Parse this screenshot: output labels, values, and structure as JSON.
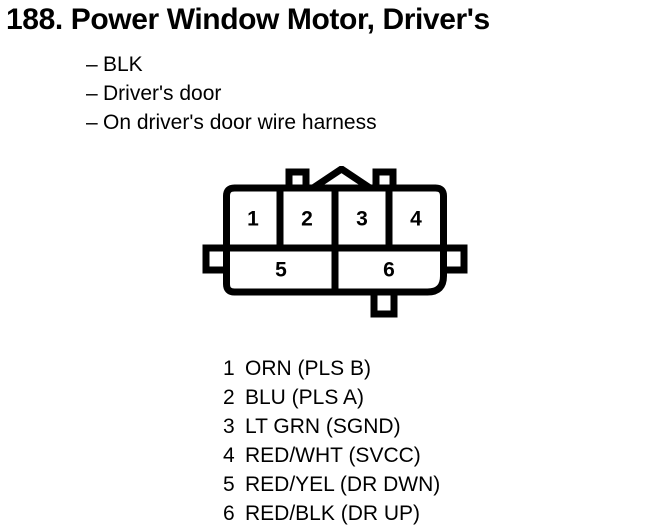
{
  "title": "188. Power Window Motor, Driver's",
  "notes": {
    "dash": "–",
    "items": [
      "BLK",
      "Driver's door",
      "On driver's door wire harness"
    ]
  },
  "connector": {
    "name": "6-pin connector face view",
    "stroke_color": "#000000",
    "fill_color": "#ffffff",
    "top_row_pins": [
      "1",
      "2",
      "3",
      "4"
    ],
    "bottom_row_pins": [
      "5",
      "6"
    ],
    "features": {
      "top_tab_left": "locking-tab",
      "top_peak": "keying-peak",
      "top_tab_right": "locking-tab",
      "left_tab": "side-latch",
      "right_tab": "side-latch",
      "bottom_tab": "bottom-latch"
    }
  },
  "legend": {
    "rows": [
      {
        "pin": "1",
        "desc": "ORN (PLS B)"
      },
      {
        "pin": "2",
        "desc": "BLU (PLS A)"
      },
      {
        "pin": "3",
        "desc": "LT GRN (SGND)"
      },
      {
        "pin": "4",
        "desc": "RED/WHT (SVCC)"
      },
      {
        "pin": "5",
        "desc": "RED/YEL (DR DWN)"
      },
      {
        "pin": "6",
        "desc": "RED/BLK (DR UP)"
      }
    ]
  }
}
